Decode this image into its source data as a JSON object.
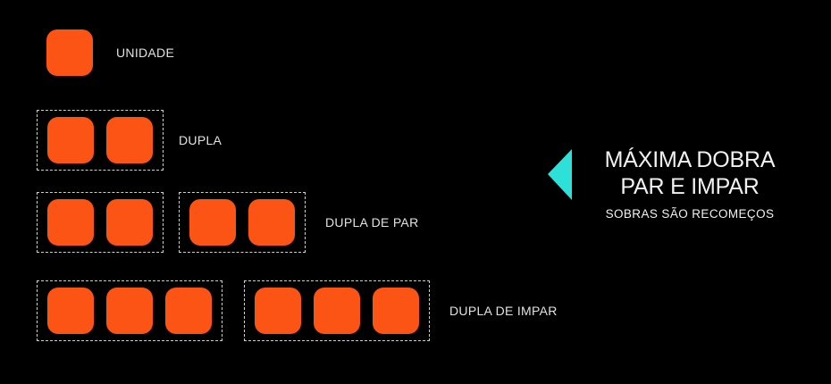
{
  "colors": {
    "background": "#000000",
    "square_fill": "#FC5414",
    "box_border": "#CFCFCF",
    "label_text": "#E2E2E2",
    "title_text": "#F2F0F2",
    "triangle": "#2DE1D8"
  },
  "rows": [
    {
      "id": "unidade",
      "label": "UNIDADE",
      "groups": [
        {
          "boxed": false,
          "count": 1
        }
      ]
    },
    {
      "id": "dupla",
      "label": "DUPLA",
      "groups": [
        {
          "boxed": true,
          "count": 2
        }
      ]
    },
    {
      "id": "dupla-de-par",
      "label": "DUPLA DE PAR",
      "groups": [
        {
          "boxed": true,
          "count": 2
        },
        {
          "boxed": true,
          "count": 2
        }
      ]
    },
    {
      "id": "dupla-de-impar",
      "label": "DUPLA DE IMPAR",
      "groups": [
        {
          "boxed": true,
          "count": 3
        },
        {
          "boxed": true,
          "count": 3
        }
      ]
    }
  ],
  "callout": {
    "icon": "left-triangle-icon",
    "title_line1": "MÁXIMA DOBRA",
    "title_line2": "PAR E IMPAR",
    "subtitle": "SOBRAS SÃO RECOMEÇOS"
  }
}
